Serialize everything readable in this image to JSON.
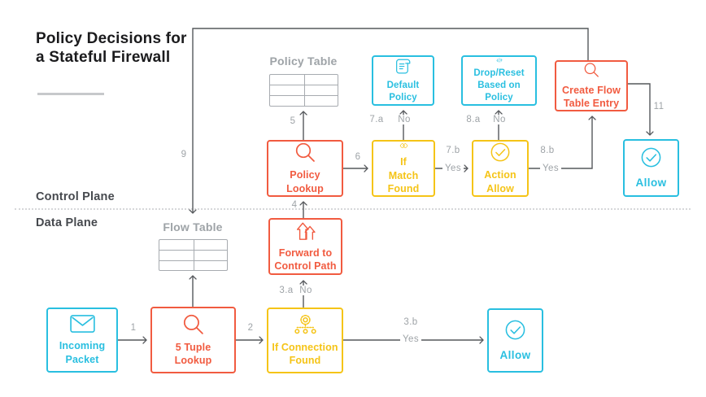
{
  "title": "Policy Decisions for a Stateful Firewall",
  "planes": {
    "control_label": "Control Plane",
    "data_label": "Data Plane"
  },
  "tables": {
    "flow": {
      "label": "Flow Table",
      "rows": 3,
      "cols": 2
    },
    "policy": {
      "label": "Policy Table",
      "rows": 3,
      "cols": 2
    }
  },
  "nodes": {
    "incoming_packet": {
      "label": "Incoming Packet",
      "icon": "envelope-icon",
      "color": "cyan"
    },
    "five_tuple_lookup": {
      "label": "5 Tuple Lookup",
      "icon": "magnifier-icon",
      "color": "red"
    },
    "if_connection_found": {
      "label": "If Connection Found",
      "icon": "gear-network-icon",
      "color": "yellow"
    },
    "allow_data_plane": {
      "label": "Allow",
      "icon": "check-circle-icon",
      "color": "cyan"
    },
    "forward_to_control_path": {
      "label": "Forward to Control Path",
      "icon": "forward-arrows-icon",
      "color": "red"
    },
    "policy_lookup": {
      "label": "Policy Lookup",
      "icon": "magnifier-icon",
      "color": "red"
    },
    "if_match_found": {
      "label": "If Match Found",
      "icon": "match-icon",
      "color": "yellow"
    },
    "action_allow": {
      "label": "Action Allow",
      "icon": "check-circle-icon",
      "color": "yellow"
    },
    "default_policy": {
      "label": "Default Policy",
      "icon": "scroll-icon",
      "color": "cyan"
    },
    "drop_reset": {
      "label": "Drop/Reset Based on Policy",
      "icon": "reset-icon",
      "color": "cyan"
    },
    "create_flow_table_entry": {
      "label": "Create Flow Table Entry",
      "icon": "magnifier-icon",
      "color": "red"
    },
    "allow_control_plane": {
      "label": "Allow",
      "icon": "check-circle-icon",
      "color": "cyan"
    }
  },
  "edge_labels": {
    "e1": "1",
    "e2": "2",
    "e3a": "3.a",
    "e3a_no": "No",
    "e3b": "3.b",
    "e3b_yes": "Yes",
    "e4": "4",
    "e5": "5",
    "e6": "6",
    "e7a": "7.a",
    "e7a_no": "No",
    "e7b": "7.b",
    "e7b_yes": "Yes",
    "e8a": "8.a",
    "e8a_no": "No",
    "e8b": "8.b",
    "e8b_yes": "Yes",
    "e9": "9",
    "e11": "11"
  },
  "colors": {
    "cyan": "#29BFE0",
    "red": "#F15B40",
    "yellow": "#F5C417",
    "line": "#55585C",
    "label_gray": "#9EA3A7",
    "table_gray": "#A7ABB0",
    "text_dark": "#46494E",
    "title": "#1B1B1D"
  }
}
